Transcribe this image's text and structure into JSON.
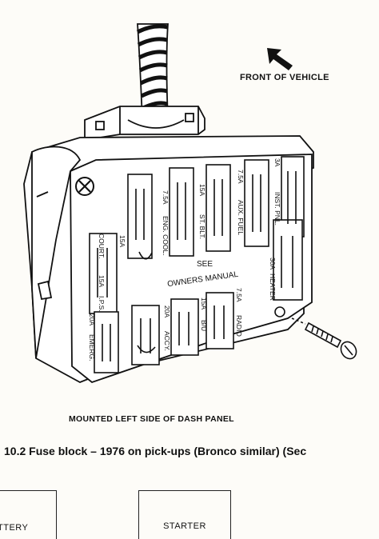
{
  "direction": {
    "label": "FRONT OF VEHICLE"
  },
  "fuses": [
    {
      "rating": "7.5A",
      "circuit": "ENG. COOL."
    },
    {
      "rating": "15A",
      "circuit": "ST. BLT."
    },
    {
      "rating": "7.5A",
      "circuit": "AUX. FUEL"
    },
    {
      "rating": "3A",
      "circuit": "INST. PNL."
    },
    {
      "rating": "15A",
      "circuit": "COURT."
    },
    {
      "rating": "30A",
      "circuit": "HEATER"
    },
    {
      "rating": "20A",
      "circuit": "EMERG."
    },
    {
      "rating": "15A",
      "circuit": "I.P.S."
    },
    {
      "rating": "20A",
      "circuit": "ACCY."
    },
    {
      "rating": "15A",
      "circuit": "B/U"
    },
    {
      "rating": "7.5A",
      "circuit": "RADIO"
    }
  ],
  "center_note": {
    "line1": "SEE",
    "line2": "OWNERS MANUAL"
  },
  "captions": {
    "mount": "MOUNTED LEFT SIDE OF DASH PANEL",
    "figure": "10.2 Fuse block – 1976 on pick-ups (Bronco similar) (Sec"
  },
  "bottom_boxes": {
    "battery": "TTERY",
    "starter": "STARTER"
  }
}
